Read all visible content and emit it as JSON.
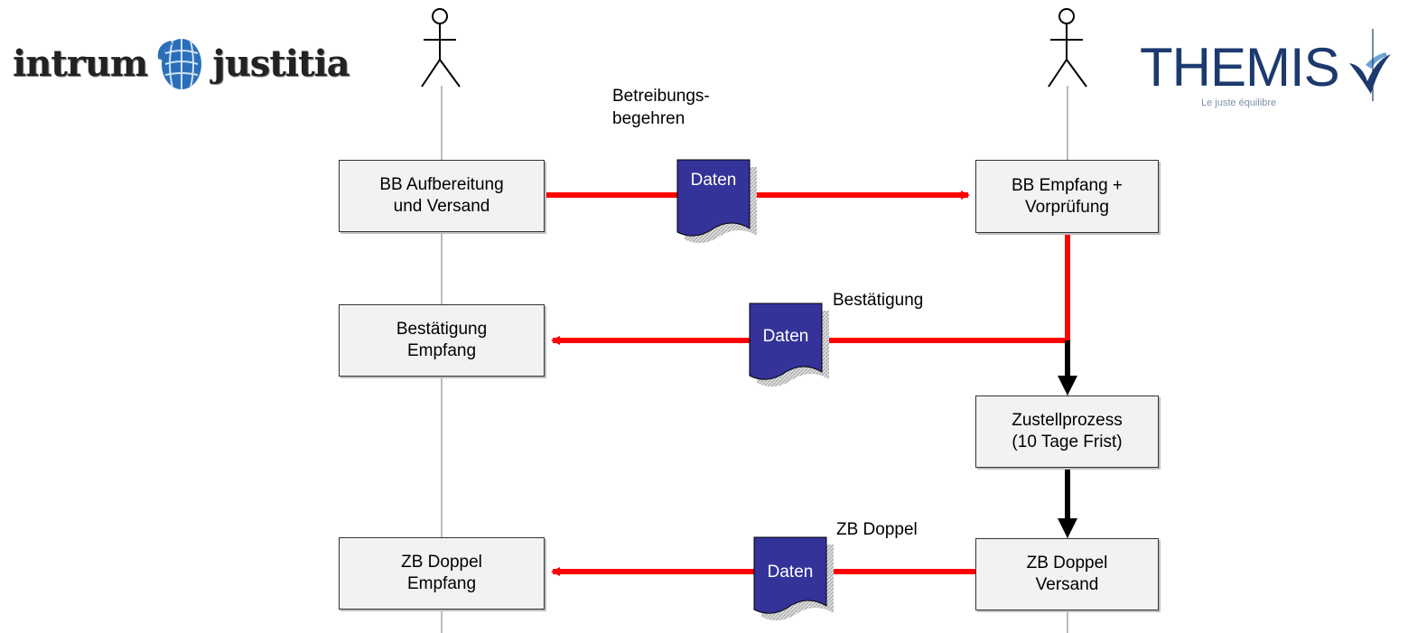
{
  "logos": {
    "left": {
      "text_part1": "intrum",
      "text_part2": "justitia",
      "icon": "globe-icon"
    },
    "right": {
      "text": "THEMIS",
      "tagline": "Le juste équilibre",
      "icon": "check-swoosh-icon"
    }
  },
  "actors": [
    {
      "id": "left-actor",
      "icon": "stick-figure-icon"
    },
    {
      "id": "right-actor",
      "icon": "stick-figure-icon"
    }
  ],
  "boxes": {
    "bb_aufbereitung": "BB Aufbereitung\nund Versand",
    "bb_empfang": "BB Empfang +\nVorprüfung",
    "bestaetigung_empfang": "Bestätigung\nEmpfang",
    "zustellprozess": "Zustellprozess\n(10 Tage Frist)",
    "zb_doppel_empfang": "ZB Doppel\nEmpfang",
    "zb_doppel_versand": "ZB Doppel\nVersand"
  },
  "documents": {
    "doc1": "Daten",
    "doc2": "Daten",
    "doc3": "Daten"
  },
  "labels": {
    "betreibungsbegehren": "Betreibungs-\nbegehren",
    "bestaetigung": "Bestätigung",
    "zb_doppel": "ZB Doppel"
  },
  "colors": {
    "message_arrow": "#ff0000",
    "process_arrow": "#000000",
    "lifeline": "#999999",
    "box_fill": "#f2f2f2",
    "document_fill": "#333399",
    "themis_blue": "#1d3a6e"
  }
}
